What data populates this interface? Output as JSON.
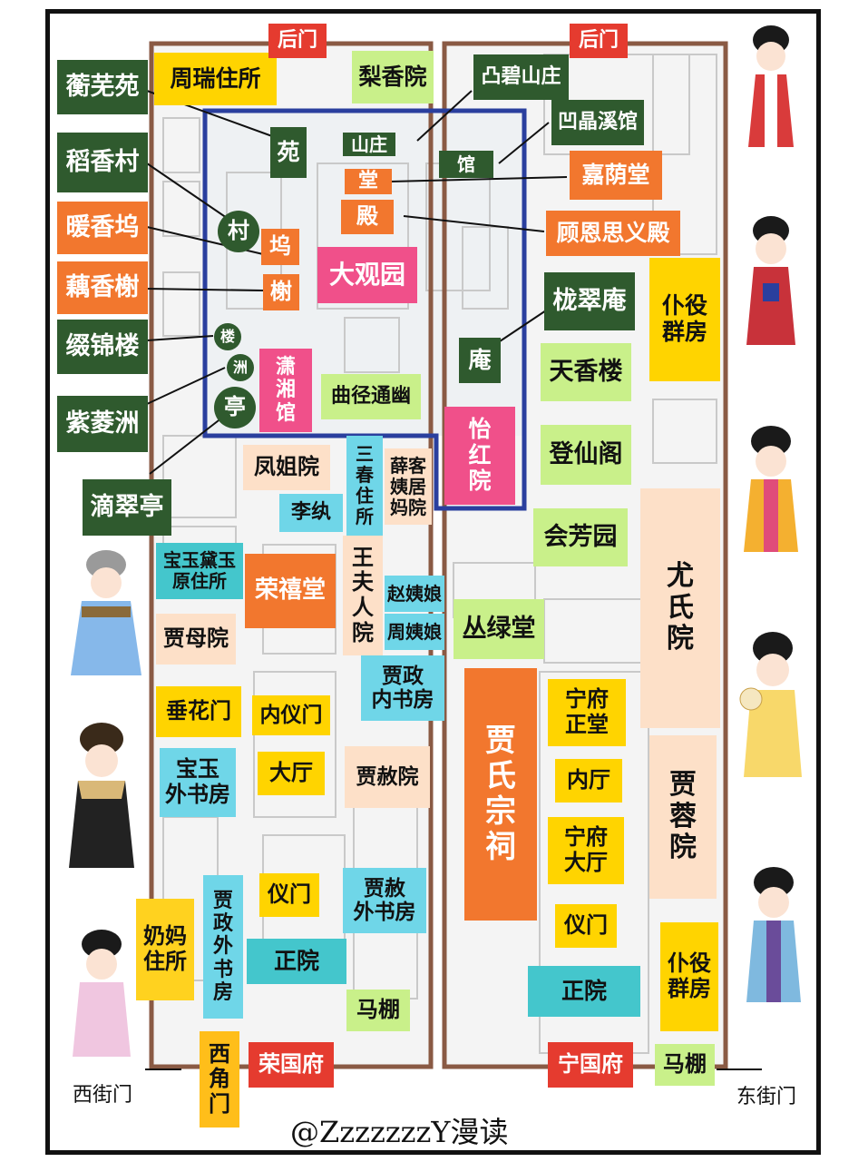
{
  "labels": {
    "hengwu": "蘅芜苑",
    "daoxiang": "稻香村",
    "nuanxiang": "暖香坞",
    "ouxiang": "藕香榭",
    "zhuijin": "缀锦楼",
    "zilingzhou": "紫菱洲",
    "dicui": "滴翠亭",
    "zhourui": "周瑞住所",
    "lixiang": "梨香院",
    "houmen_left": "后门",
    "houmen_right": "后门",
    "tubi": "凸碧山庄",
    "aojing": "凹晶溪馆",
    "jiayin": "嘉荫堂",
    "guen": "顾恩思义殿",
    "longcui": "栊翠庵",
    "puyi_top": "仆役\n群房",
    "tianxiang": "天香楼",
    "dengxian": "登仙阁",
    "huifang": "会芳园",
    "youshi": "尤\n氏\n院",
    "jiarong": "贾\n蓉\n院",
    "puyi_bottom": "仆役\n群房",
    "mapeng_right": "马棚",
    "yuan_char": "苑",
    "shanzhuang": "山庄",
    "guan": "馆",
    "tang": "堂",
    "dian": "殿",
    "cun": "村",
    "wu": "坞",
    "xie": "榭",
    "daguanyuan": "大观园",
    "lou": "楼",
    "zhou": "洲",
    "ting": "亭",
    "xiaoxiang": "潇\n湘\n馆",
    "qujing": "曲径通幽",
    "an": "庵",
    "yihong": "怡\n红\n院",
    "fengjie": "凤姐院",
    "sanchun": "三\n春\n住\n所",
    "xueyima": "薛客\n姨居\n妈院",
    "liwan": "李纨",
    "baoyu_daiyu": "宝玉黛玉\n原住所",
    "rongxi": "荣禧堂",
    "wangfuren": "王\n夫\n人\n院",
    "zhaoyiniang": "赵姨娘",
    "zhouyiniang": "周姨娘",
    "jiamu": "贾母院",
    "chuihua": "垂花门",
    "neiyi": "内仪门",
    "jiazheng_inner": "贾政\n内书房",
    "conglv": "丛绿堂",
    "baoyu_outer": "宝玉\n外书房",
    "dating_left": "大厅",
    "jiashe": "贾赦院",
    "jiashi": "贾\n氏\n宗\n祠",
    "ningfu_zhengtang": "宁府\n正堂",
    "neiting": "内厅",
    "ningfu_dating": "宁府\n大厅",
    "yimen_left": "仪门",
    "jiashe_outer": "贾赦\n外书房",
    "yimen_right": "仪门",
    "naima": "奶妈\n住所",
    "jiazheng_outer": "贾\n政\n外\n书\n房",
    "zhengyuan_left": "正院",
    "zhengyuan_right": "正院",
    "mapeng_left": "马棚",
    "xijiaomen": "西\n角\n门",
    "rongguofu": "荣国府",
    "ningguofu": "宁国府",
    "xijiemen": "西街门",
    "dongjiemen": "东街门"
  },
  "credit": "@ZzzzzzzY漫读",
  "colors": {
    "dark_green": "#2f5a2e",
    "orange": "#f2772e",
    "pink": "#f0508a",
    "light_green": "#c9f08a",
    "yellow": "#ffd400",
    "cyan": "#6fd6e8",
    "peach": "#fde0c8",
    "red": "#e53b2f",
    "teal": "#44c6cc",
    "wall_brown": "#8a5a44",
    "garden_blue": "#2a3f9e"
  }
}
